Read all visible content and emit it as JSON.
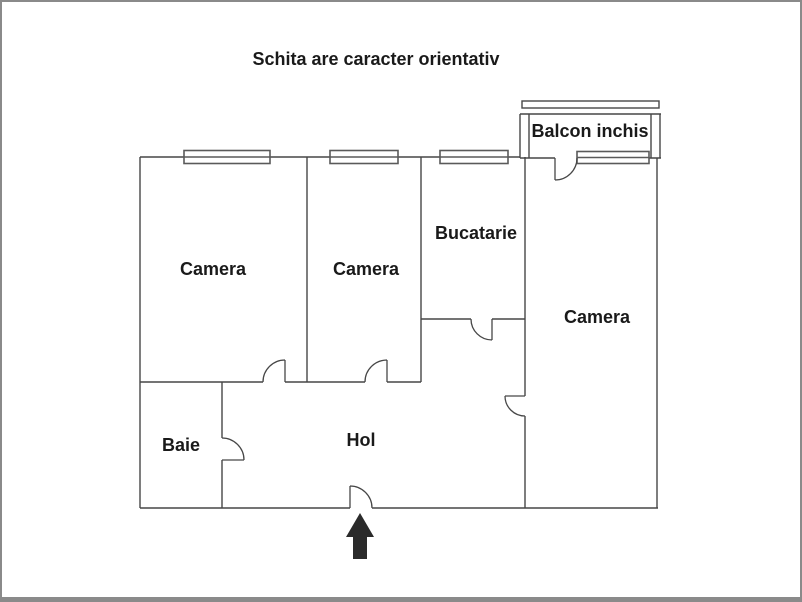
{
  "title": "Schita are caracter orientativ",
  "rooms": {
    "camera1": "Camera",
    "camera2": "Camera",
    "bucatarie": "Bucatarie",
    "camera3": "Camera",
    "baie": "Baie",
    "hol": "Hol",
    "balcon": "Balcon inchis"
  },
  "icons": {
    "entrance_arrow": "up-arrow-entrance-marker"
  },
  "colors": {
    "wall": "#474747",
    "window": "#5a5a5a",
    "text": "#1a1a1a",
    "arrow": "#2b2b2b",
    "border": "#8a8a8a",
    "background": "#ffffff"
  }
}
